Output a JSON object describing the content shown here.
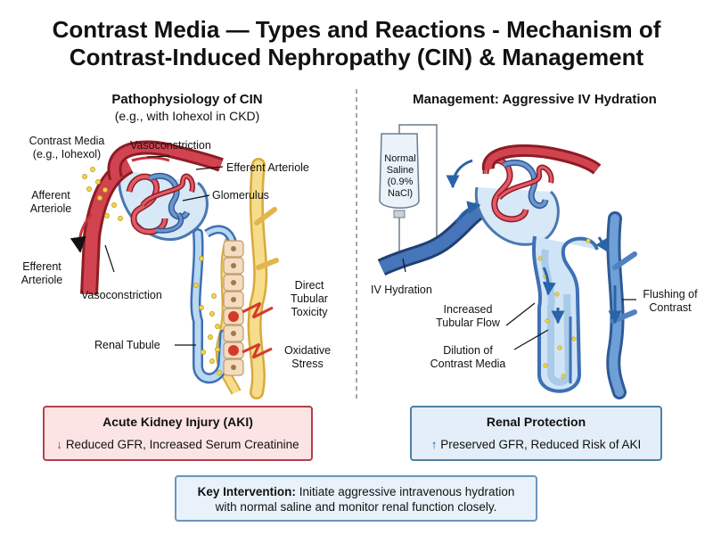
{
  "title": {
    "line1": "Contrast Media — Types and Reactions - Mechanism of",
    "line2": "Contrast-Induced Nephropathy (CIN) & Management"
  },
  "left_panel": {
    "title": "Pathophysiology of CIN",
    "subtitle": "(e.g., with Iohexol in CKD)",
    "labels": {
      "contrast_media_1": "Contrast Media",
      "contrast_media_2": "(e.g., Iohexol)",
      "vasoconstriction_top": "Vasoconstriction",
      "efferent_arteriole_top": "Efferent Arteriole",
      "glomerulus": "Glomerulus",
      "afferent_1": "Afferent",
      "afferent_2": "Arteriole",
      "efferent_left_1": "Efferent",
      "efferent_left_2": "Arteriole",
      "vasoconstriction_bottom": "Vasoconstriction",
      "direct_1": "Direct",
      "direct_2": "Tubular",
      "direct_3": "Toxicity",
      "renal_tubule": "Renal Tubule",
      "oxidative_1": "Oxidative",
      "oxidative_2": "Stress"
    },
    "result": {
      "title": "Acute Kidney Injury (AKI)",
      "arrow": "↓",
      "text": "Reduced GFR, Increased Serum Creatinine"
    }
  },
  "right_panel": {
    "title": "Management: Aggressive IV Hydration",
    "labels": {
      "saline_1": "Normal",
      "saline_2": "Saline",
      "saline_3": "(0.9%",
      "saline_4": "NaCl)",
      "iv_hydration": "IV Hydration",
      "tubular_flow_1": "Increased",
      "tubular_flow_2": "Tubular Flow",
      "dilution_1": "Dilution of",
      "dilution_2": "Contrast Media",
      "flushing_1": "Flushing of",
      "flushing_2": "Contrast"
    },
    "result": {
      "title": "Renal Protection",
      "arrow": "↑",
      "text": "Preserved GFR, Reduced Risk of AKI"
    }
  },
  "key_intervention": {
    "label": "Key Intervention:",
    "text1": "Initiate aggressive intravenous hydration",
    "text2": "with normal saline and monitor renal function closely."
  },
  "colors": {
    "artery_red": "#c8323c",
    "vein_blue": "#3f6fb5",
    "tubule_blue": "#9fc9ec",
    "fluid_light": "#cfe4f6",
    "capillary_yellow": "#f2d478",
    "injury_red": "#d33a2c",
    "aki_bg": "#fde4e4",
    "protect_bg": "#e3eef8"
  }
}
